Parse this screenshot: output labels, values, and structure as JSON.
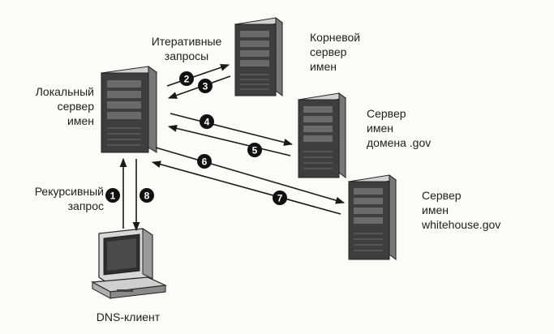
{
  "colors": {
    "ink": "#1a1a1a",
    "server_body": "#3c3c3c",
    "server_top": "#cfcfcf",
    "server_side": "#7a7a7a",
    "badge": "#111111",
    "badge_text": "#ffffff"
  },
  "nodes": {
    "root_server": {
      "label": "Корневой\nсервер\nимен",
      "icon": "server-tower-icon"
    },
    "local_server": {
      "label": "Локальный\nсервер\nимен",
      "icon": "server-tower-icon"
    },
    "gov_server": {
      "label": "Сервер\nимен\nдомена .gov",
      "icon": "server-tower-icon"
    },
    "whitehouse_server": {
      "label": "Сервер\nимен\nwhitehouse.gov",
      "icon": "server-tower-icon"
    },
    "dns_client": {
      "label": "DNS-клиент",
      "icon": "desktop-computer-icon"
    }
  },
  "annotations": {
    "iterative": "Итеративные\nзапросы",
    "recursive": "Рекурсивный\nзапрос"
  },
  "steps": [
    {
      "n": "1",
      "from": "dns_client",
      "to": "local_server"
    },
    {
      "n": "2",
      "from": "local_server",
      "to": "root_server"
    },
    {
      "n": "3",
      "from": "root_server",
      "to": "local_server"
    },
    {
      "n": "4",
      "from": "local_server",
      "to": "gov_server"
    },
    {
      "n": "5",
      "from": "gov_server",
      "to": "local_server"
    },
    {
      "n": "6",
      "from": "local_server",
      "to": "whitehouse_server"
    },
    {
      "n": "7",
      "from": "whitehouse_server",
      "to": "local_server"
    },
    {
      "n": "8",
      "from": "local_server",
      "to": "dns_client"
    }
  ]
}
